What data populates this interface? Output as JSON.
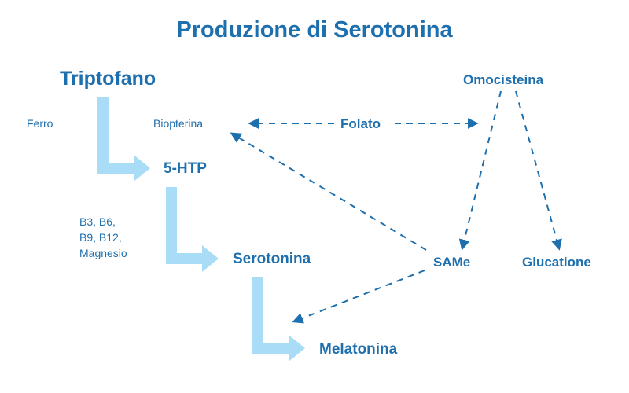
{
  "title": "Produzione di Serotonina",
  "nodes": {
    "triptofano": "Triptofano",
    "htp": "5-HTP",
    "serotonina": "Serotonina",
    "melatonina": "Melatonina",
    "omocisteina": "Omocisteina",
    "same": "SAMe",
    "glucatione": "Glucatione",
    "folato": "Folato",
    "biopterina": "Biopterina"
  },
  "cofactors": {
    "ferro": "Ferro",
    "group2": [
      "B3, B6,",
      "B9, B12,",
      "Magnesio"
    ]
  },
  "colors": {
    "text": "#1e6fae",
    "pathway_arrow": "#a8dcf7",
    "dashed_arrow": "#1e6fae"
  }
}
